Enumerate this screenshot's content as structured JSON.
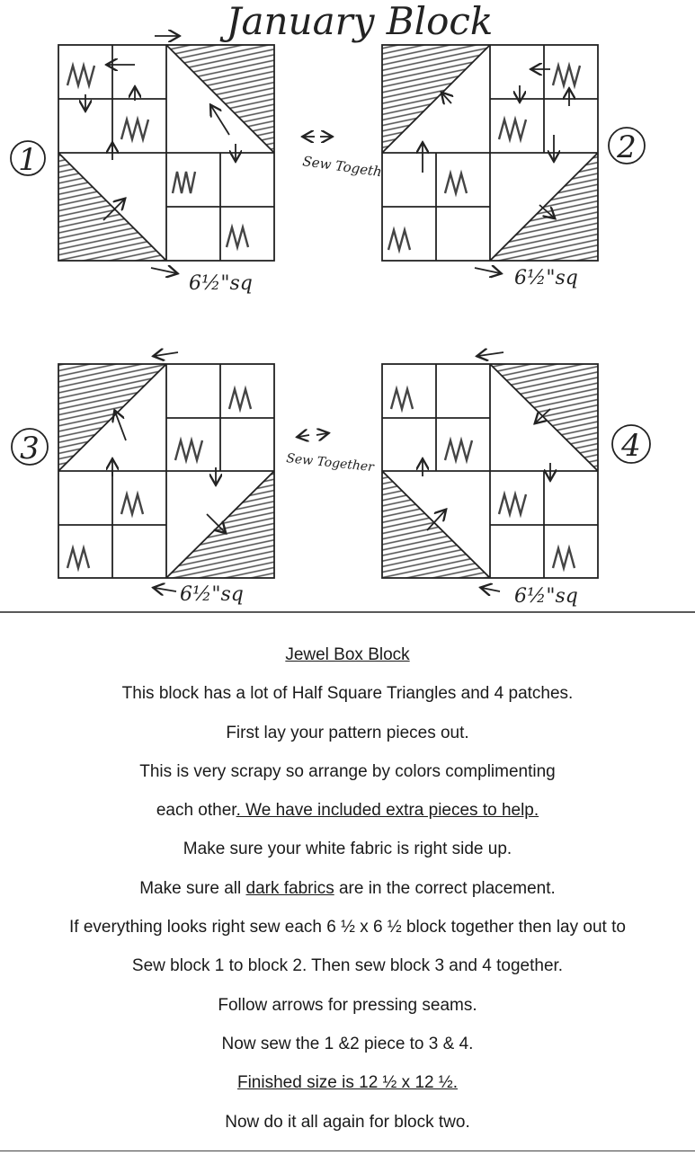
{
  "page": {
    "title": "January Block",
    "blocks": [
      {
        "number": "1",
        "size": "6½\"sq"
      },
      {
        "number": "2",
        "size": "6½\"sq"
      },
      {
        "number": "3",
        "size": "6½\"sq"
      },
      {
        "number": "4",
        "size": "6½\"sq"
      }
    ],
    "sew_together_note_top": "Sew Togeth",
    "sew_together_note_bottom": "Sew Together"
  },
  "instructions": {
    "heading": "Jewel Box Block",
    "line1": "This block has a lot of Half Square Triangles and 4 patches.",
    "line2": "First lay your pattern pieces out.",
    "line3": "This is very scrapy so arrange by colors complimenting",
    "line4_a": "each other",
    "line4_b": ". We have included extra pieces to help.",
    "line5": "Make sure your white fabric is right side up.",
    "line6_a": "Make sure all ",
    "line6_b": "dark fabrics",
    "line6_c": " are in the correct placement.",
    "line7": "If everything looks right sew each 6 ½ x 6 ½ block together then lay out to",
    "line8": "Sew block 1 to block 2. Then sew block 3 and 4 together.",
    "line9": "Follow arrows for pressing seams.",
    "line10": "Now sew the 1 &2 piece to 3 & 4.",
    "line11": "Finished size is 12 ½ x 12 ½.",
    "line12": "Now do it all again for block two."
  }
}
